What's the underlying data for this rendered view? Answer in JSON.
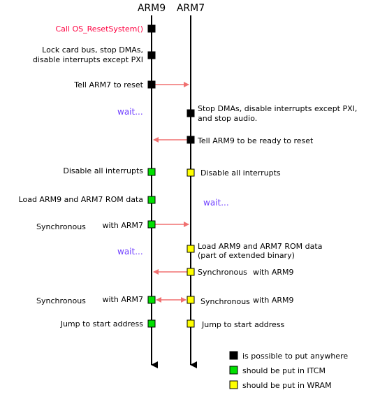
{
  "headers": {
    "arm9": "ARM9",
    "arm7": "ARM7"
  },
  "colors": {
    "black_box": "#000000",
    "green_box": "#00e000",
    "yellow_box": "#ffff00",
    "arrow": "#f07070",
    "call_text": "#ff0040",
    "wait_text": "#7040ff"
  },
  "arm9_steps": [
    {
      "label": "Call OS_ResetSystem()",
      "box": "black"
    },
    {
      "label": "Lock card bus, stop DMAs,",
      "label2": "disable interrupts except PXI",
      "box": "black"
    },
    {
      "label": "Tell ARM7 to reset",
      "box": "black"
    },
    {
      "label": "Disable all interrupts",
      "box": "green"
    },
    {
      "label": "Load ARM9 and ARM7 ROM data",
      "box": "green"
    },
    {
      "label": "Synchronous",
      "label2": "with ARM7",
      "box": "green"
    },
    {
      "label": "Synchronous",
      "label2": "with ARM7",
      "box": "green"
    },
    {
      "label": "Jump to start address",
      "box": "green"
    }
  ],
  "arm7_steps": [
    {
      "label": "Stop DMAs, disable interrupts except PXI,",
      "label2": "and stop audio.",
      "box": "black"
    },
    {
      "label": "Tell ARM9 to be ready to reset",
      "box": "black"
    },
    {
      "label": "Disable all interrupts",
      "box": "yellow"
    },
    {
      "label": "Load ARM9 and ARM7 ROM data",
      "label2": "(part of extended binary)",
      "box": "yellow"
    },
    {
      "label": "Synchronous",
      "label2": "with ARM9",
      "box": "yellow"
    },
    {
      "label": "Synchronous",
      "label2": "with ARM9",
      "box": "yellow"
    },
    {
      "label": "Jump to start address",
      "box": "yellow"
    }
  ],
  "wait_labels": [
    "wait...",
    "wait...",
    "wait..."
  ],
  "legend": [
    {
      "box": "black",
      "label": "is possible to put anywhere"
    },
    {
      "box": "green",
      "label": "should be put in ITCM"
    },
    {
      "box": "yellow",
      "label": "should be put in WRAM"
    }
  ]
}
